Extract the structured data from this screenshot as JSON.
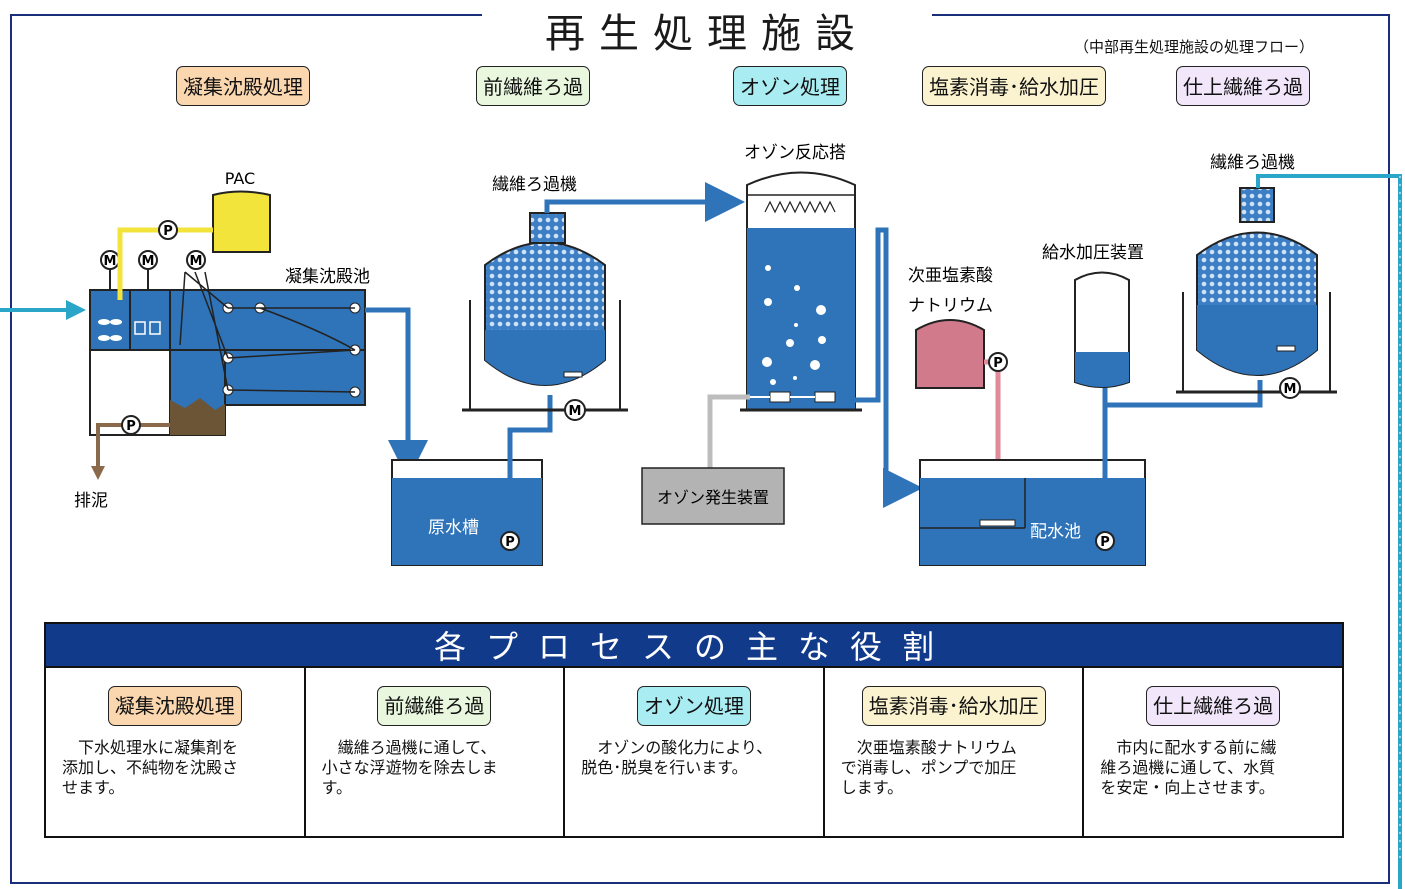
{
  "title": "再生処理施設",
  "subtitle": "（中部再生処理施設の処理フロー）",
  "stages": [
    {
      "label": "凝集沈殿処理",
      "color": "#fbd7b0"
    },
    {
      "label": "前繊維ろ過",
      "color": "#e8f7de"
    },
    {
      "label": "オゾン処理",
      "color": "#a9ecf2"
    },
    {
      "label": "塩素消毒･給水加圧",
      "color": "#fbf3cf"
    },
    {
      "label": "仕上繊維ろ過",
      "color": "#f1e6fa"
    }
  ],
  "diagram": {
    "pac": "PAC",
    "coag_tank": "凝集沈殿池",
    "sludge": "排泥",
    "filter1": "繊維ろ過機",
    "raw_tank": "原水槽",
    "ozone_tower": "オゾン反応搭",
    "ozone_gen": "オゾン発生装置",
    "hypochlorite_1": "次亜塩素酸",
    "hypochlorite_2": "ナトリウム",
    "distribution_tank": "配水池",
    "booster": "給水加圧装置",
    "filter2": "繊維ろ過機",
    "pump_letter": "P",
    "motor_letter": "M"
  },
  "roles_title": "各プロセスの主な役割",
  "roles": [
    {
      "label": "凝集沈殿処理",
      "desc": "下水処理水に凝集剤を\n添加し、不純物を沈殿さ\nせます。"
    },
    {
      "label": "前繊維ろ過",
      "desc": "繊維ろ過機に通して、\n小さな浮遊物を除去しま\nす。"
    },
    {
      "label": "オゾン処理",
      "desc": "オゾンの酸化力により、\n脱色･脱臭を行います。"
    },
    {
      "label": "塩素消毒･給水加圧",
      "desc": "次亜塩素酸ナトリウム\nで消毒し、ポンプで加圧\nします。"
    },
    {
      "label": "仕上繊維ろ過",
      "desc": "市内に配水する前に繊\n維ろ過機に通して、水質\nを安定・向上させます。"
    }
  ],
  "colors": {
    "water": "#2f73b8",
    "frame": "#1a2f7a",
    "header": "#123a8a",
    "pac_pipe": "#f2e43a",
    "chem_pipe": "#e08a9a",
    "ozone_pipe": "#bdbdbd",
    "sludge_pipe": "#8a6a4a"
  }
}
